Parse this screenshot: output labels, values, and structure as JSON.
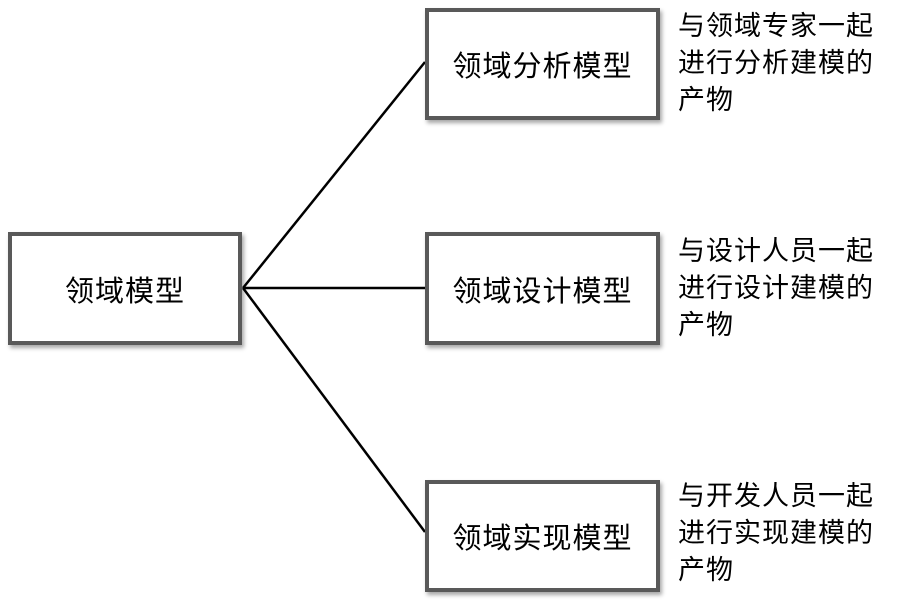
{
  "diagram": {
    "root": {
      "label": "领域模型"
    },
    "branches": [
      {
        "id": "analysis",
        "label": "领域分析模型",
        "note": "与领域专家一起\n进行分析建模的\n产物"
      },
      {
        "id": "design",
        "label": "领域设计模型",
        "note": "与设计人员一起\n进行设计建模的\n产物"
      },
      {
        "id": "implementation",
        "label": "领域实现模型",
        "note": "与开发人员一起\n进行实现建模的\n产物"
      }
    ],
    "colors": {
      "box_border": "#595959",
      "connector": "#000000",
      "text": "#000000",
      "background": "#ffffff"
    }
  }
}
